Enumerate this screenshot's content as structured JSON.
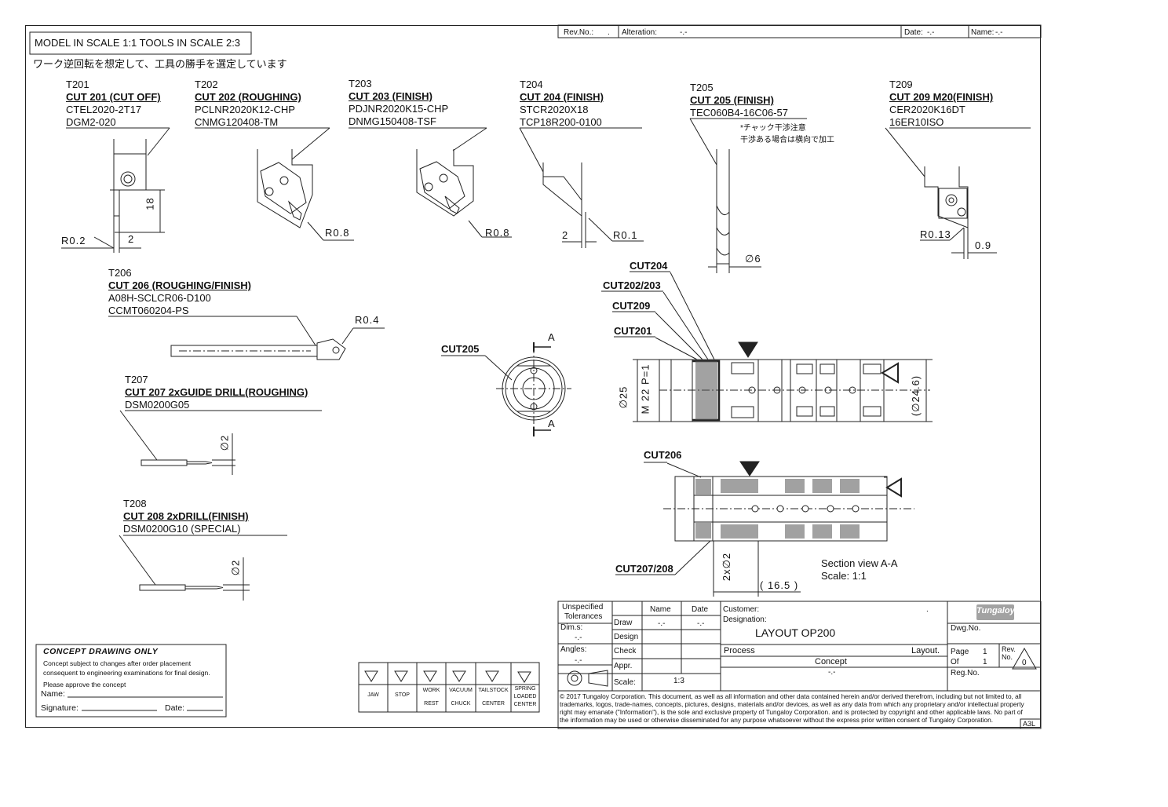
{
  "header": {
    "scale_note": "MODEL IN SCALE 1:1 TOOLS IN SCALE 2:3",
    "jp_note": "ワーク逆回転を想定して、工具の勝手を選定しています",
    "rev_no_label": "Rev.No.:",
    "rev_no_value": ".",
    "alteration_label": "Alteration:",
    "alteration_value": "-.-",
    "date_label": "Date:",
    "date_value": "-.-",
    "name_label": "Name:",
    "name_value": "-.-"
  },
  "tools": {
    "t201": {
      "id": "T201",
      "cut": "CUT 201 (CUT OFF)",
      "holder": "CTEL2020-2T17",
      "insert": "DGM2-020",
      "dim_r": "R0.2",
      "dim_w": "2",
      "dim_h": "18"
    },
    "t202": {
      "id": "T202",
      "cut": "CUT 202 (ROUGHING)",
      "holder": "PCLNR2020K12-CHP",
      "insert": "CNMG120408-TM",
      "dim_r": "R0.8"
    },
    "t203": {
      "id": "T203",
      "cut": "CUT 203 (FINISH)",
      "holder": "PDJNR2020K15-CHP",
      "insert": "DNMG150408-TSF",
      "dim_r": "R0.8"
    },
    "t204": {
      "id": "T204",
      "cut": "CUT 204 (FINISH)",
      "holder": "STCR2020X18",
      "insert": "TCP18R200-0100",
      "dim_w": "2",
      "dim_r": "R0.1"
    },
    "t205": {
      "id": "T205",
      "cut": "CUT 205  (FINISH)",
      "holder": "TEC060B4-16C06-57",
      "note1": "*チャック干渉注意",
      "note2": "干渉ある場合は横向で加工",
      "dim_d": "∅6"
    },
    "t209": {
      "id": "T209",
      "cut": "CUT 209  M20(FINISH)",
      "holder": "CER2020K16DT",
      "insert": "16ER10ISO",
      "dim_r": "R0.13",
      "dim_w": "0.9"
    },
    "t206": {
      "id": "T206",
      "cut": "CUT 206 (ROUGHING/FINISH)",
      "holder": "A08H-SCLCR06-D100",
      "insert": "CCMT060204-PS",
      "dim_r": "R0.4"
    },
    "t207": {
      "id": "T207",
      "cut": "CUT 207  2xGUIDE DRILL(ROUGHING)",
      "holder": "DSM0200G05",
      "dim_d": "∅2"
    },
    "t208": {
      "id": "T208",
      "cut": "CUT 208  2xDRILL(FINISH)",
      "holder": "DSM0200G10 (SPECIAL)",
      "dim_d": "∅2"
    }
  },
  "part": {
    "cut205": "CUT205",
    "section_a": "A",
    "cut204": "CUT204",
    "cut202_203": "CUT202/203",
    "cut209": "CUT209",
    "cut201": "CUT201",
    "dim_d25": "∅25",
    "dim_m22": "M 22 P=1",
    "dim_d246": "(∅24.6)",
    "cut206": "CUT206",
    "cut207_208": "CUT207/208",
    "dim_2x": "2x∅2",
    "dim_165": "( 16.5 )",
    "section_view": "Section view A-A",
    "section_scale": "Scale:  1:1"
  },
  "concept": {
    "title": "CONCEPT DRAWING ONLY",
    "line1": "Concept subject to changes after order placement",
    "line2": "consequent to engineering examinations for final design.",
    "line3": "Please approve the concept",
    "name_label": "Name:",
    "signature_label": "Signature:",
    "date_label": "Date:"
  },
  "symbols": [
    {
      "label1": "JAW",
      "label2": ""
    },
    {
      "label1": "STOP",
      "label2": ""
    },
    {
      "label1": "WORK",
      "label2": "REST"
    },
    {
      "label1": "VACUUM",
      "label2": "CHUCK"
    },
    {
      "label1": "TAILSTOCK",
      "label2": "CENTER"
    },
    {
      "label1": "SPRING",
      "label2": "LOADED",
      "label3": "CENTER"
    }
  ],
  "title_block": {
    "unspecified": "Unspecified",
    "tolerances": "Tolerances",
    "dims_label": "Dim.s:",
    "dims_value": "-.-",
    "angles_label": "Angles:",
    "angles_value": "-.-",
    "col_name": "Name",
    "col_date": "Date",
    "row_draw": "Draw",
    "row_design": "Design",
    "row_check": "Check",
    "row_appr": "Appr.",
    "draw_name": "-.-",
    "draw_date": "-.-",
    "scale_label": "Scale:",
    "scale_value": "1:3",
    "customer_label": "Customer:",
    "customer_value": ".",
    "designation_label": "Designation:",
    "designation_value": "LAYOUT OP200",
    "process_label": "Process",
    "layout_label": "Layout.",
    "concept_value": "Concept",
    "dash_value": "-.-",
    "logo_text": "Tungaloy",
    "dwg_no_label": "Dwg.No.",
    "page_label": "Page",
    "page_value": "1",
    "of_label": "Of",
    "of_value": "1",
    "rev_label1": "Rev.",
    "rev_label2": "No.",
    "rev_value": "0",
    "reg_no_label": "Reg.No.",
    "copyright": "© 2017 Tungaloy Corporation. This document, as well as all information and other data contained herein and/or derived therefrom, including but not limited to, all trademarks, logos, trade-names, concepts, pictures, designs, materials and/or devices, as well as any data from which any proprietary and/or intellectual property right may emanate (\"Information\"), is the sole and exclusive property of Tungaloy Corporation. and is protected by copyright and other applicable laws. No part of the information may be used or otherwise disseminated for any purpose whatsoever without the express prior written consent of Tungaloy Corporation.",
    "sheet_size": "A3L"
  }
}
